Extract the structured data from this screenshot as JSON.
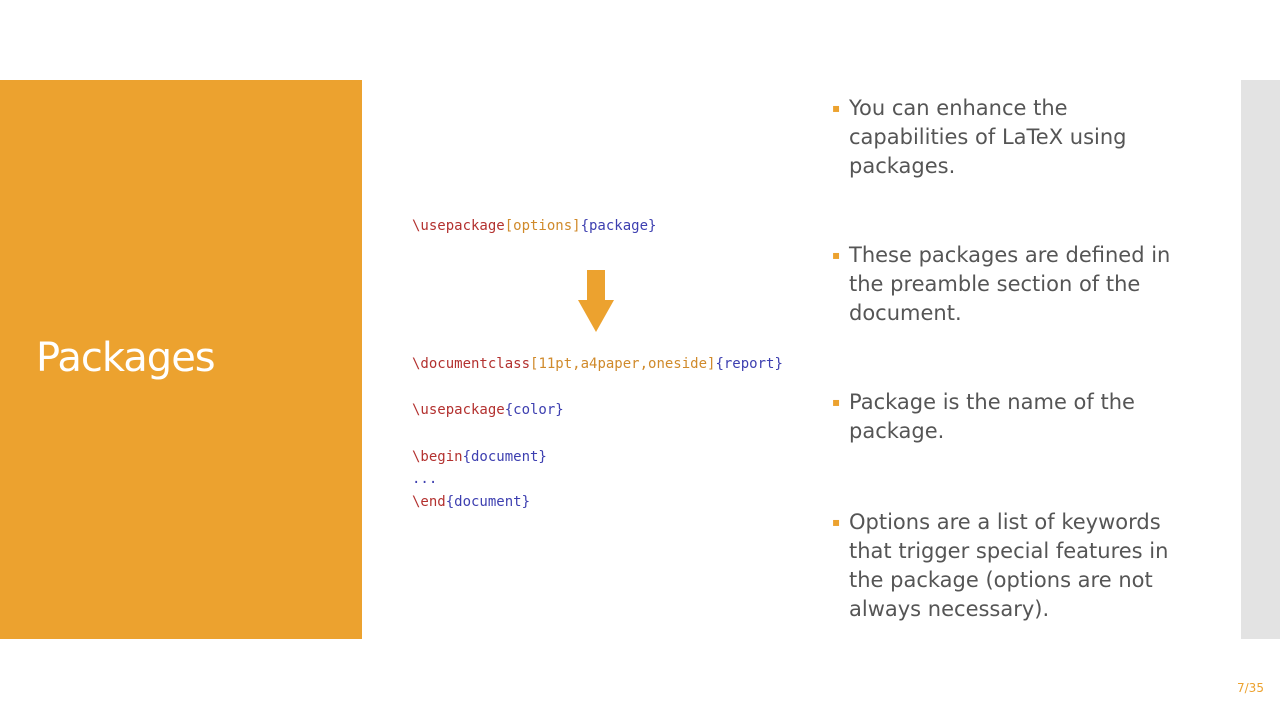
{
  "slide": {
    "title": "Packages",
    "page_number": "7/35"
  },
  "code": {
    "usage": {
      "cmd": "\\usepackage",
      "opt": "[options]",
      "arg": "{package}"
    },
    "documentclass": {
      "cmd": "\\documentclass",
      "opt": "[11pt,a4paper,oneside]",
      "arg": "{report}"
    },
    "usepackage_color": {
      "cmd": "\\usepackage",
      "arg": "{color}"
    },
    "begin": {
      "cmd": "\\begin",
      "arg": "{document}"
    },
    "ellipsis": "...",
    "end": {
      "cmd": "\\end",
      "arg": "{document}"
    }
  },
  "bullets": [
    "You can enhance the capabilities of LaTeX using packages.",
    "These packages are defined in the preamble section of the document.",
    "Package is the name of the package.",
    "Options are a list of keywords that trigger special features in the package (options are not always necessary)."
  ],
  "colors": {
    "accent": "#eca22f",
    "command": "#b3312f",
    "option": "#d08a2b",
    "argument": "#3d3fb0"
  },
  "icons": {
    "arrow": "arrow-down-icon"
  }
}
